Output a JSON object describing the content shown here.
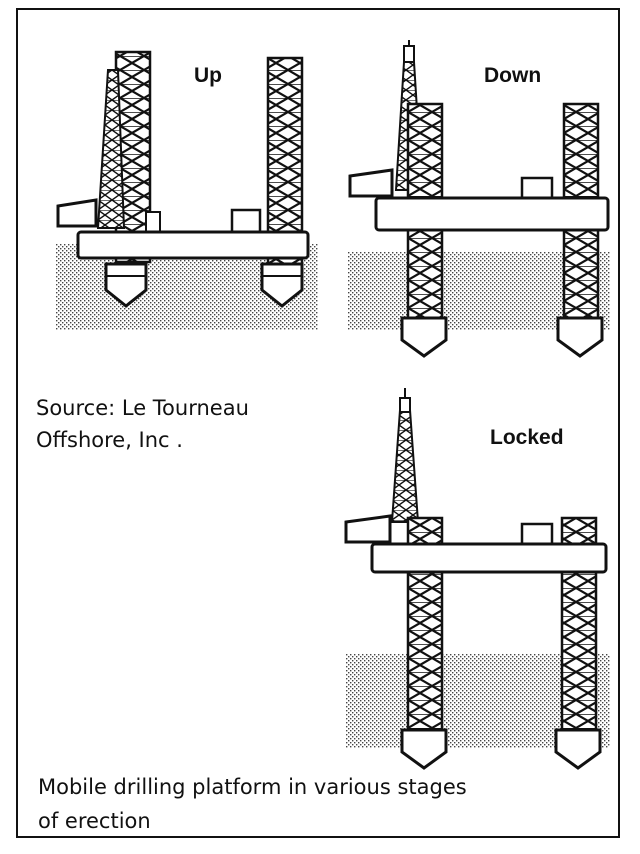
{
  "stages": [
    {
      "id": "up",
      "label": "Up"
    },
    {
      "id": "down",
      "label": "Down"
    },
    {
      "id": "locked",
      "label": "Locked"
    }
  ],
  "source": {
    "line1": "Source:  Le Tourneau",
    "line2": "Offshore, Inc ."
  },
  "caption": {
    "line1": "Mobile drilling platform in various stages",
    "line2": "of erection"
  },
  "colors": {
    "ink": "#111111",
    "seabed": "#d9d9d9",
    "paper": "#ffffff"
  }
}
